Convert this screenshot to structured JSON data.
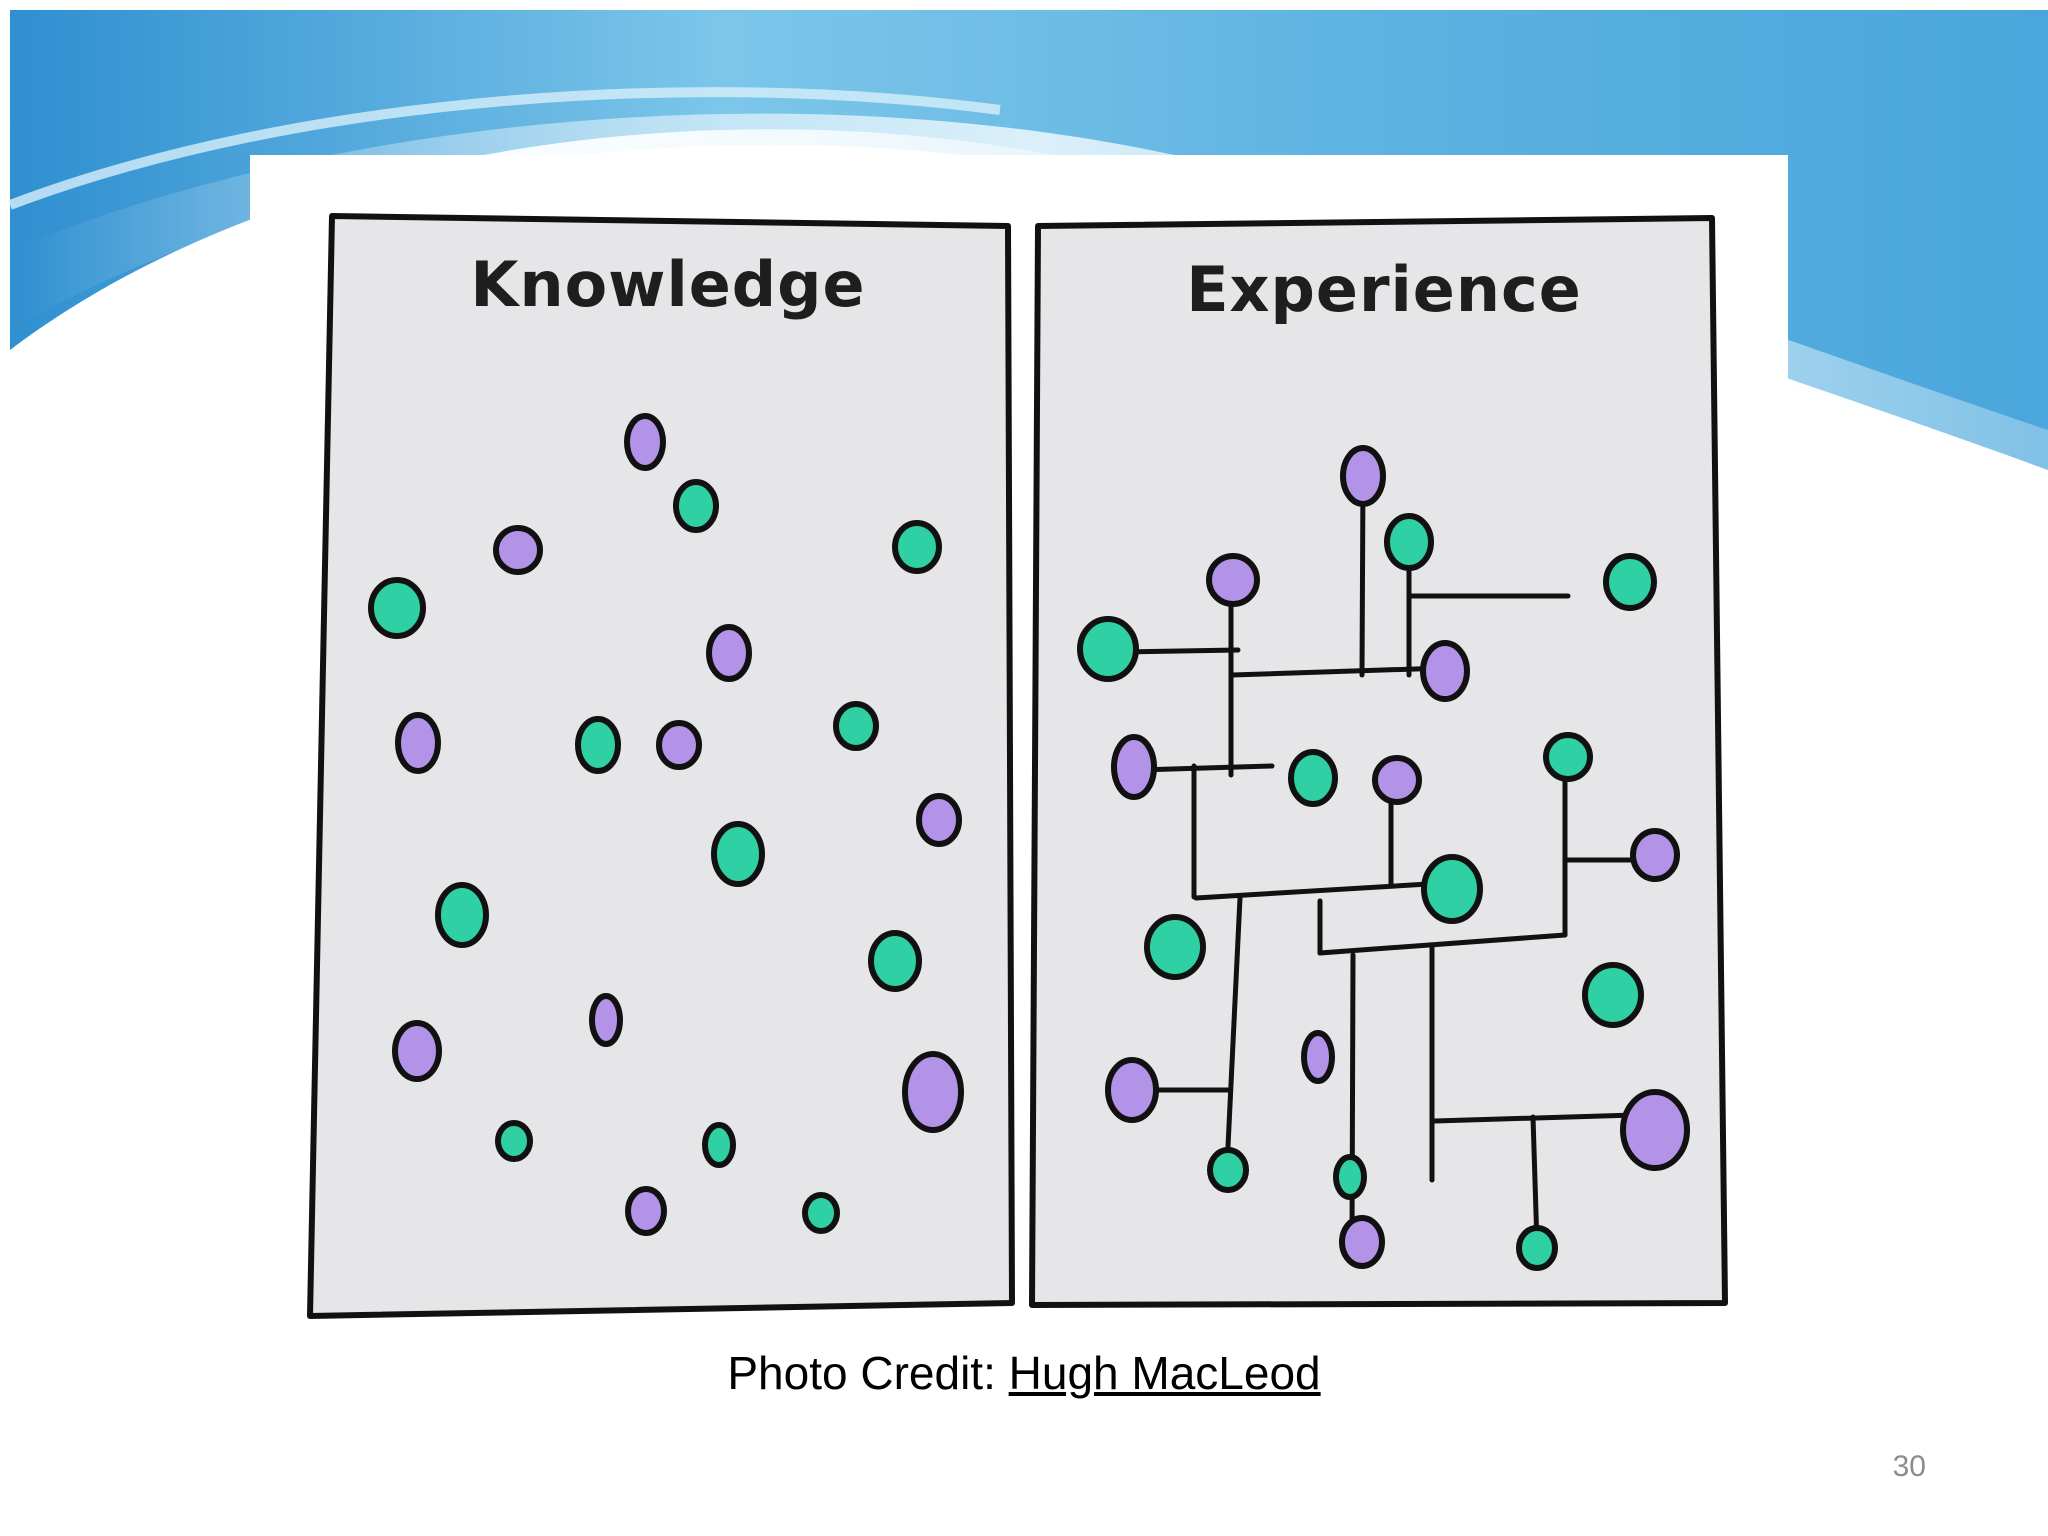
{
  "figure": {
    "panels": [
      {
        "title": "Knowledge"
      },
      {
        "title": "Experience"
      }
    ]
  },
  "credit": {
    "label": "Photo Credit: ",
    "author": "Hugh MacLeod"
  },
  "slide_number": "30",
  "colors": {
    "dot_green": "#2fd0a3",
    "dot_purple": "#b393e8",
    "panel_fill": "#e6e6e8",
    "outline": "#111111",
    "wave_light": "#bfe4f5",
    "wave_dark": "#55ade0"
  }
}
